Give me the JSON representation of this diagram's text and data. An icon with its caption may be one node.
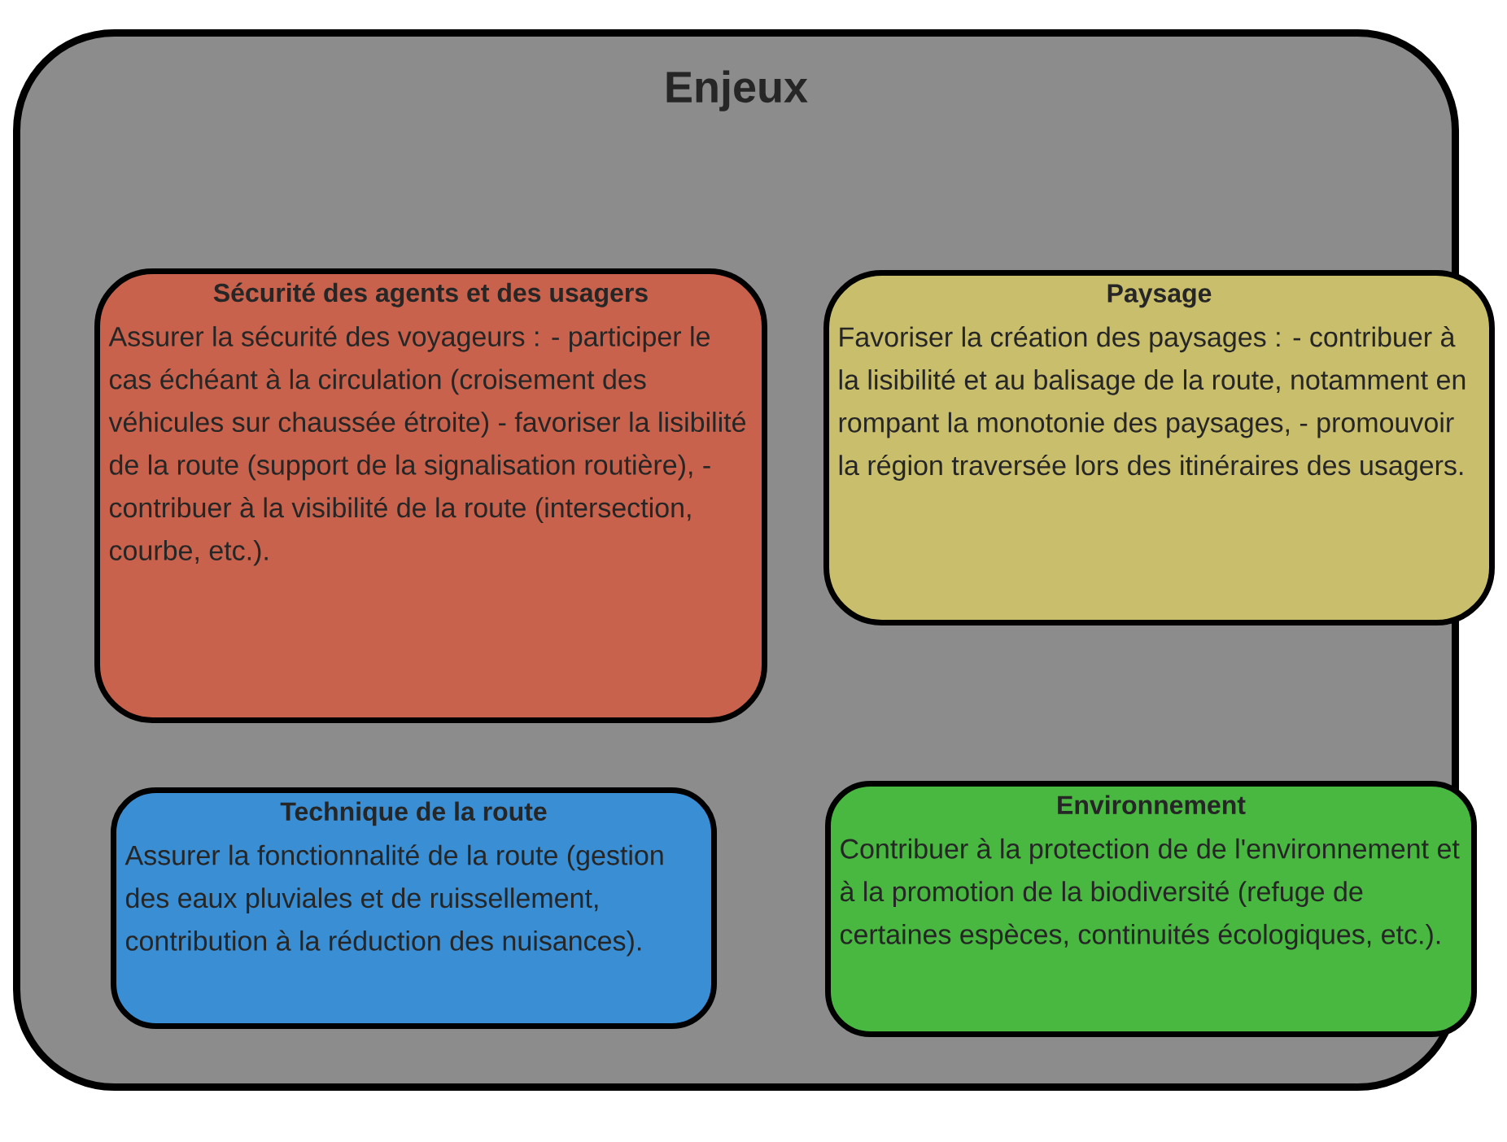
{
  "diagram": {
    "nodes": [
      {
        "text": [
          "Enjeux"
        ]
      },
      {
        "text": [
          "Sécurité des agents et des usagers",
          "Assurer la sécurité des voyageurs : - participer le cas échéant à la circulation (croisement des véhicules sur chaussée étroite) - favoriser la lisibilité de la route (support de la signalisation routière), - contribuer à la visibilité de la route (intersection, courbe, etc.)."
        ],
        "in": 0
      },
      {
        "text": [
          "Paysage",
          "Favoriser la création des paysages : - contribuer à la lisibilité et au balisage de la route, notamment en rompant la monotonie des paysages, - promouvoir la région traversée lors des itinéraires des usagers."
        ],
        "in": 0
      },
      {
        "text": [
          "Technique de la route",
          "Assurer la fonctionnalité de la route (gestion des eaux pluviales et de ruissellement, contribution à la réduction des nuisances)."
        ],
        "in": 0
      },
      {
        "text": [
          "Environnement",
          "Contribuer à la protection de de l'environnement et à la promotion de la biodiversité (refuge de certaines espèces, continuités écologiques, etc.)."
        ],
        "in": 0
      }
    ]
  }
}
